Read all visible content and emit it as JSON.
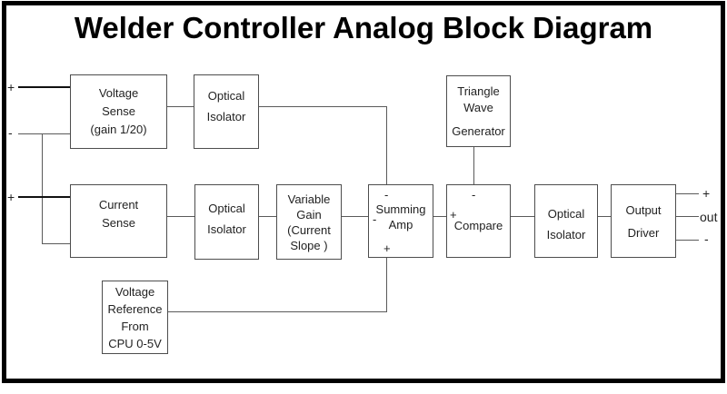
{
  "title": "Welder Controller Analog Block Diagram",
  "blocks": {
    "voltage_sense": {
      "lines": [
        "Voltage",
        "Sense",
        "(gain 1/20)"
      ]
    },
    "optical_isolator_1": {
      "lines": [
        "Optical",
        "Isolator"
      ]
    },
    "triangle_wave_generator": {
      "lines": [
        "Triangle",
        "Wave",
        "Generator"
      ]
    },
    "current_sense": {
      "lines": [
        "Current",
        "Sense"
      ]
    },
    "optical_isolator_2": {
      "lines": [
        "Optical",
        "Isolator"
      ]
    },
    "variable_gain": {
      "lines": [
        "Variable",
        "Gain",
        "(Current",
        "Slope )"
      ]
    },
    "summing_amp": {
      "lines": [
        "Summing",
        "Amp"
      ]
    },
    "compare": {
      "lines": [
        "Compare"
      ]
    },
    "optical_isolator_3": {
      "lines": [
        "Optical",
        "Isolator"
      ]
    },
    "output_driver": {
      "lines": [
        "Output",
        "Driver"
      ]
    },
    "voltage_reference": {
      "lines": [
        "Voltage",
        "Reference",
        "From",
        "CPU 0-5V"
      ]
    }
  },
  "terminals": {
    "voltage_input_plus": "+",
    "voltage_input_minus": "-",
    "current_input_plus": "+",
    "output_plus": "+",
    "output_out": "out",
    "output_minus": "-"
  },
  "ports": {
    "summing_amp_top_minus": "-",
    "summing_amp_left_minus": "-",
    "summing_amp_bottom_plus": "+",
    "compare_top_minus": "-",
    "compare_left_plus": "+"
  },
  "colors": {
    "background": "#ffffff",
    "outer_border": "#000000",
    "box_border": "#4d4d4d",
    "wire": "#5a5a5a",
    "text": "#222222"
  }
}
